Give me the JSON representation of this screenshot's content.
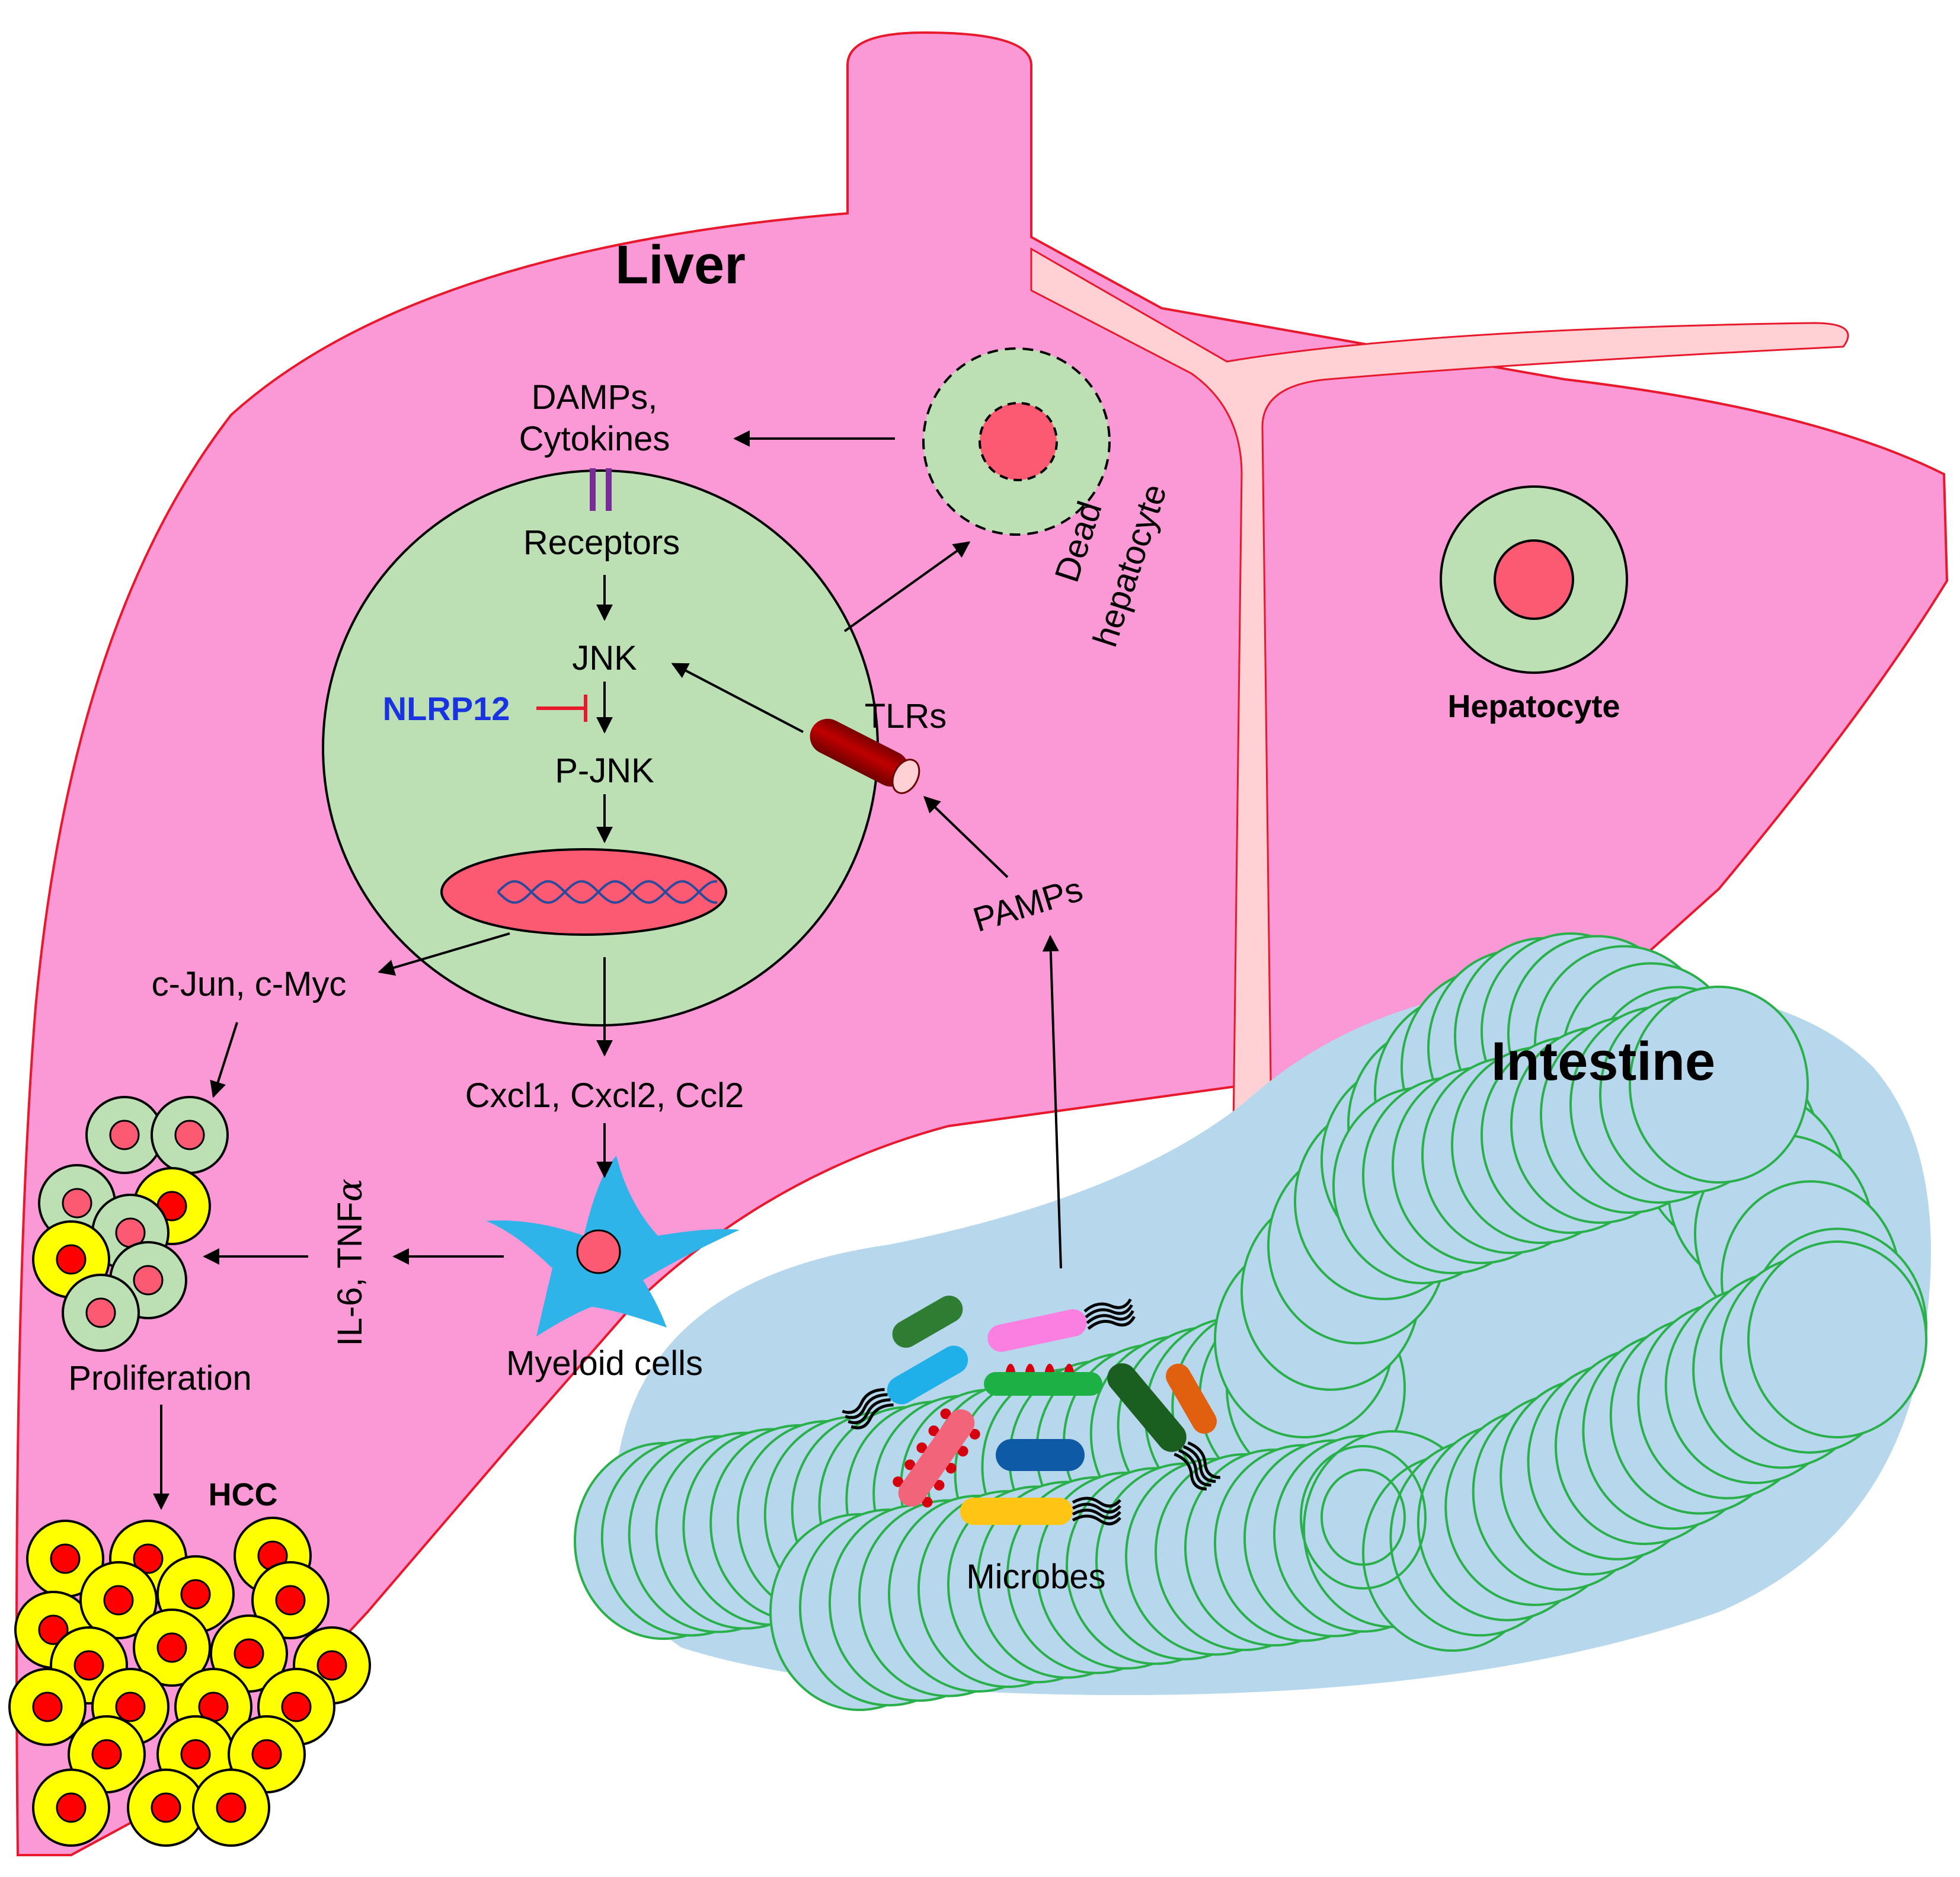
{
  "labels": {
    "liver": "Liver",
    "intestine": "Intestine",
    "damps_line1": "DAMPs,",
    "damps_line2": "Cytokines",
    "receptors": "Receptors",
    "jnk": "JNK",
    "p_jnk": "P-JNK",
    "nlrp12": "NLRP12",
    "tlrs": "TLRs",
    "dead_line1": "Dead",
    "dead_line2": "hepatocyte",
    "hepatocyte": "Hepatocyte",
    "cjun_cmyc": "c-Jun, c-Myc",
    "chemokines": "Cxcl1, Cxcl2, Ccl2",
    "il6_tnf": "IL-6, TNF",
    "alpha": "α",
    "myeloid": "Myeloid cells",
    "proliferation": "Proliferation",
    "hcc": "HCC",
    "pamps": "PAMPs",
    "microbes": "Microbes"
  },
  "colors": {
    "liver": "#fb98d6",
    "liver_outline": "#e8192c",
    "vessel": "#ffd0d4",
    "cell": "#bce0b4",
    "nucleus": "#fb5a72",
    "dna": "#2c4a9c",
    "tlr": "#a30000",
    "myeloid": "#2fb4ea",
    "intestine": "#b7d8ec",
    "intestine_ring": "#2ab04a",
    "hcc_cell": "#ffff00",
    "hcc_nucleus": "#ff0000",
    "inhibit": "#e8192c",
    "receptor_bar": "#7a2a99",
    "nlrp12": "#1a33e0"
  }
}
